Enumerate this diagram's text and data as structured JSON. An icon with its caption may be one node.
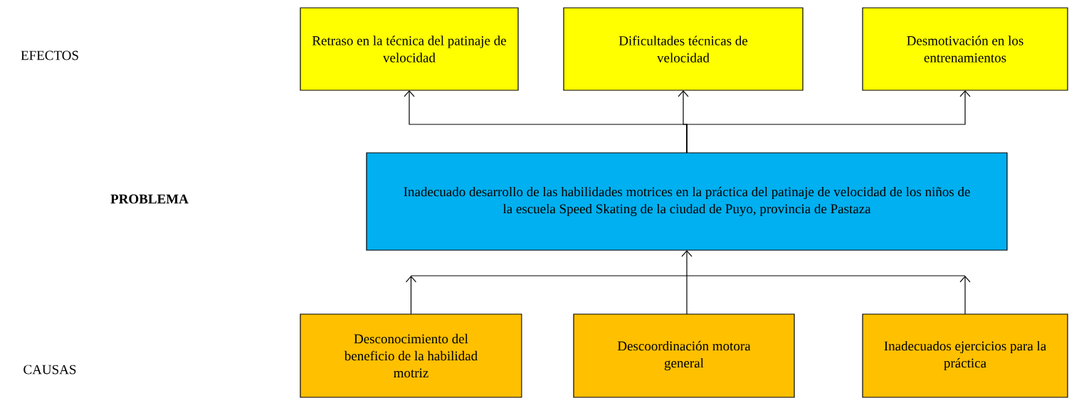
{
  "diagram": {
    "nodes": [
      {
        "text": [
          "Retraso en la técnica del patinaje de velocidad"
        ]
      },
      {
        "text": [
          "Dificultades técnicas de velocidad"
        ]
      },
      {
        "text": [
          "Desmotivación en los entrenamientos"
        ]
      },
      {
        "text": [
          "Inadecuado desarrollo de las habilidades motrices en la práctica del patinaje de velocidad de los niños de la escuela Speed Skating de la ciudad de Puyo, provincia de Pastaza"
        ]
      },
      {
        "text": [
          "Desconocimiento del beneficio de la habilidad motriz"
        ]
      },
      {
        "text": [
          "Descoordinación motora general"
        ]
      },
      {
        "text": [
          "Inadecuados ejercicios para la práctica"
        ]
      }
    ],
    "edges": [
      {
        "from": 3,
        "to": 0,
        "arrow": "to"
      },
      {
        "from": 3,
        "to": 1,
        "arrow": "to"
      },
      {
        "from": 3,
        "to": 2,
        "arrow": "to"
      },
      {
        "from": 4,
        "to": 3,
        "arrow": "to"
      },
      {
        "from": 5,
        "to": 3,
        "arrow": "to"
      },
      {
        "from": 6,
        "to": 3,
        "arrow": "to"
      }
    ],
    "labels": [
      "EFECTOS",
      "PROBLEMA",
      "CAUSAS"
    ]
  }
}
